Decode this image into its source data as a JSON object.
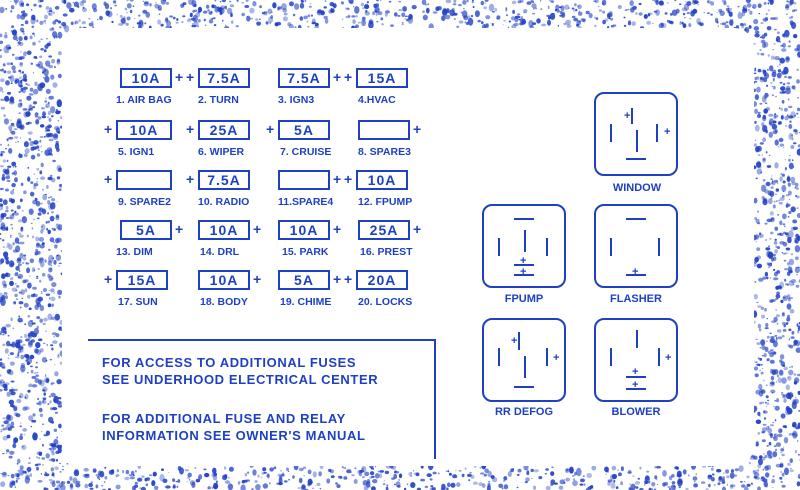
{
  "fuses": [
    {
      "rating": "10A",
      "label": "1. AIR BAG"
    },
    {
      "rating": "7.5A",
      "label": "2. TURN"
    },
    {
      "rating": "7.5A",
      "label": "3. IGN3"
    },
    {
      "rating": "15A",
      "label": "4.HVAC"
    },
    {
      "rating": "10A",
      "label": "5. IGN1"
    },
    {
      "rating": "25A",
      "label": "6. WIPER"
    },
    {
      "rating": "5A",
      "label": "7. CRUISE"
    },
    {
      "rating": "",
      "label": "8. SPARE3"
    },
    {
      "rating": "",
      "label": "9. SPARE2"
    },
    {
      "rating": "7.5A",
      "label": "10. RADIO"
    },
    {
      "rating": "",
      "label": "11.SPARE4"
    },
    {
      "rating": "10A",
      "label": "12. FPUMP"
    },
    {
      "rating": "5A",
      "label": "13. DIM"
    },
    {
      "rating": "10A",
      "label": "14. DRL"
    },
    {
      "rating": "10A",
      "label": "15. PARK"
    },
    {
      "rating": "25A",
      "label": "16. PREST"
    },
    {
      "rating": "15A",
      "label": "17. SUN"
    },
    {
      "rating": "10A",
      "label": "18. BODY"
    },
    {
      "rating": "5A",
      "label": "19. CHIME"
    },
    {
      "rating": "20A",
      "label": "20. LOCKS"
    }
  ],
  "notes": {
    "line1": "FOR ACCESS TO ADDITIONAL FUSES",
    "line2": "SEE UNDERHOOD ELECTRICAL CENTER",
    "line3": "FOR ADDITIONAL FUSE AND RELAY",
    "line4": "INFORMATION SEE OWNER'S MANUAL"
  },
  "relays": {
    "window": "WINDOW",
    "fpump": "FPUMP",
    "flasher": "FLASHER",
    "rr_defog": "RR DEFOG",
    "blower": "BLOWER"
  },
  "symbols": {
    "plus": "+"
  },
  "colors": {
    "ink": "#1f3fc4",
    "background": "#ffffff"
  }
}
